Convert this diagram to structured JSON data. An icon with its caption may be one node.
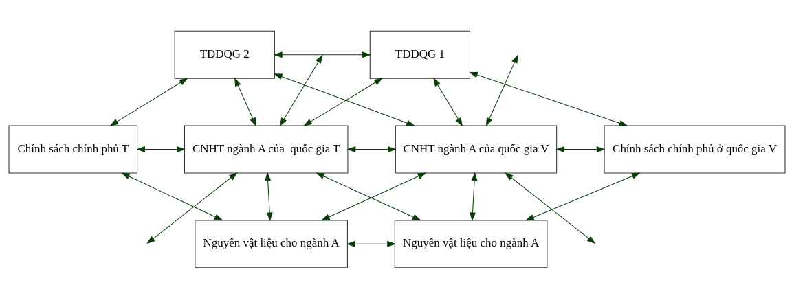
{
  "diagram": {
    "nodes": [
      {
        "text": [
          "TĐĐQG 2"
        ]
      },
      {
        "text": [
          "TĐĐQG 1"
        ]
      },
      {
        "text": [
          "Chính sách chính phủ T"
        ]
      },
      {
        "text": [
          "CNHT ngành A của  quốc gia T"
        ]
      },
      {
        "text": [
          "CNHT ngành A của quốc gia V"
        ]
      },
      {
        "text": [
          "Chính sách chính phủ ở quốc gia V"
        ]
      },
      {
        "text": [
          "Nguyên vật liệu cho ngành A"
        ]
      },
      {
        "text": [
          "Nguyên vật liệu cho ngành A"
        ]
      }
    ],
    "edges": [
      {
        "from": 0,
        "to": 1,
        "arrow": "both"
      },
      {
        "from": 0,
        "to": 2,
        "arrow": "both"
      },
      {
        "from": null,
        "to": 3,
        "arrow": "both"
      },
      {
        "from": 0,
        "to": 3,
        "arrow": "both"
      },
      {
        "from": 0,
        "to": 4,
        "arrow": "both"
      },
      {
        "from": 1,
        "to": 3,
        "arrow": "both"
      },
      {
        "from": 1,
        "to": 4,
        "arrow": "both"
      },
      {
        "from": null,
        "to": 4,
        "arrow": "both"
      },
      {
        "from": 1,
        "to": 5,
        "arrow": "both"
      },
      {
        "from": 2,
        "to": 3,
        "arrow": "both"
      },
      {
        "from": 3,
        "to": 4,
        "arrow": "both"
      },
      {
        "from": 4,
        "to": 5,
        "arrow": "both"
      },
      {
        "from": 2,
        "to": 6,
        "arrow": "both"
      },
      {
        "from": 3,
        "to": null,
        "arrow": "both"
      },
      {
        "from": 3,
        "to": 6,
        "arrow": "both"
      },
      {
        "from": 3,
        "to": 7,
        "arrow": "both"
      },
      {
        "from": 4,
        "to": 6,
        "arrow": "both"
      },
      {
        "from": 4,
        "to": 7,
        "arrow": "both"
      },
      {
        "from": 4,
        "to": null,
        "arrow": "both"
      },
      {
        "from": 5,
        "to": 7,
        "arrow": "both"
      },
      {
        "from": 6,
        "to": 7,
        "arrow": "both"
      }
    ]
  }
}
